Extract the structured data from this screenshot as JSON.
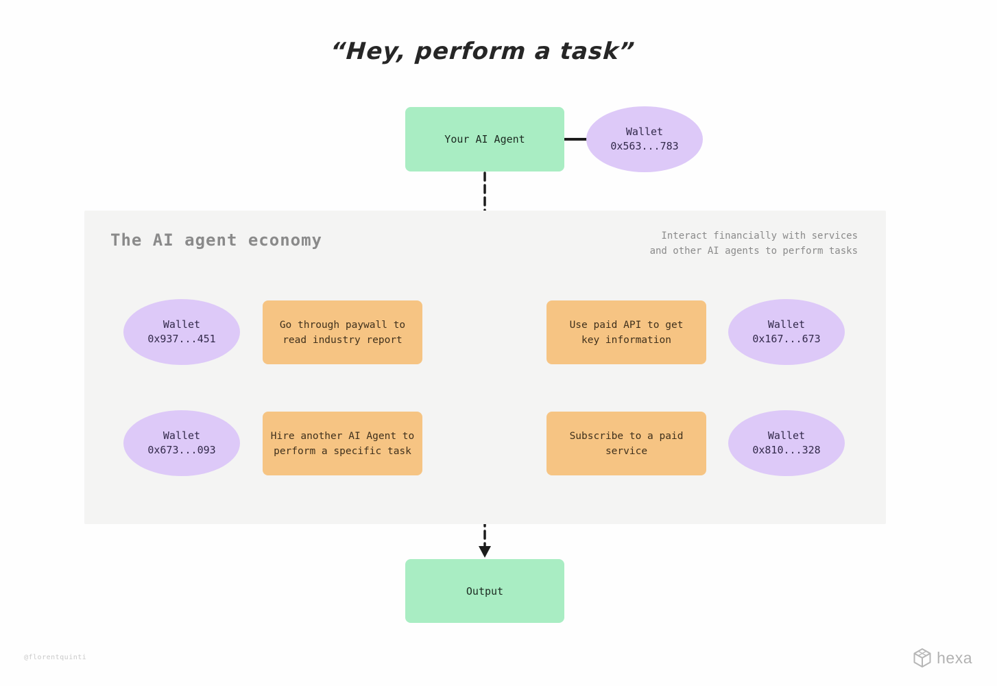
{
  "title": "“Hey, perform a task”",
  "agent": {
    "label": "Your AI Agent",
    "wallet": "Wallet\n0x563...783"
  },
  "panel": {
    "title": "The AI agent economy",
    "description": "Interact financially with services\nand other AI agents to perform tasks",
    "tasks": [
      {
        "label": "Go through paywall to\nread industry report",
        "wallet": "Wallet\n0x937...451"
      },
      {
        "label": "Use paid API to get\nkey information",
        "wallet": "Wallet\n0x167...673"
      },
      {
        "label": "Hire another AI Agent to\nperform a specific task",
        "wallet": "Wallet\n0x673...093"
      },
      {
        "label": "Subscribe to a paid\nservice",
        "wallet": "Wallet\n0x810...328"
      }
    ]
  },
  "output": {
    "label": "Output"
  },
  "footer": {
    "credit": "@florentquinti",
    "brand": "hexa"
  },
  "colors": {
    "agent_green": "#a9edc3",
    "wallet_purple": "#ddc9f8",
    "task_orange": "#f6c483",
    "panel_gray": "#f4f4f3",
    "muted_text": "#8a8a8a",
    "line": "#1c1c1c"
  }
}
